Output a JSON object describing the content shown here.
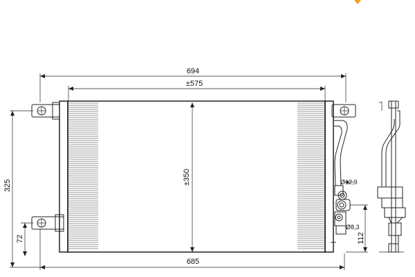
{
  "diagram": {
    "dimensions": {
      "overall_width_top": "694",
      "core_width": "±575",
      "core_height": "±350",
      "mount_height": "325",
      "lower_mount_height": "72",
      "overall_width_bottom": "685",
      "pipe_diameter_large": "Ø12,9",
      "pipe_diameter_small": "Ø8,3",
      "port_height": "112"
    }
  }
}
